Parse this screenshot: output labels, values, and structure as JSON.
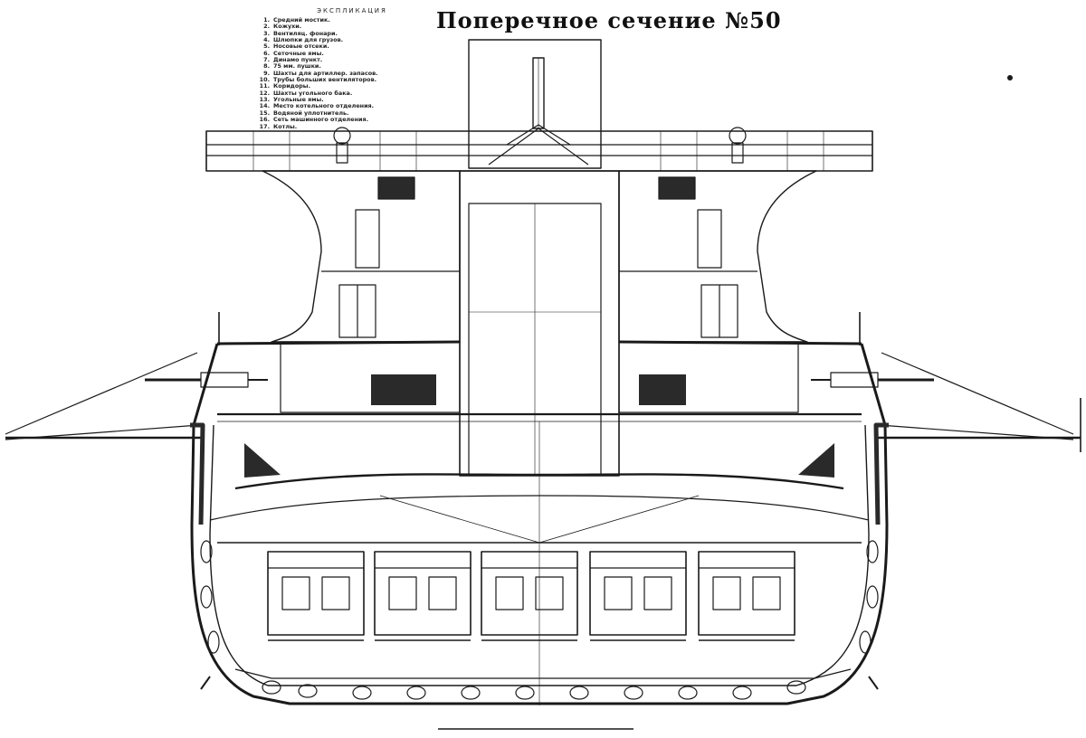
{
  "title": "Поперечное сечение №50",
  "legend": {
    "heading": "Экспликация",
    "items": [
      {
        "num": "1.",
        "text": "Средний мостик."
      },
      {
        "num": "2.",
        "text": "Кожухи."
      },
      {
        "num": "3.",
        "text": "Вентиляц. фонари."
      },
      {
        "num": "4.",
        "text": "Шлюпки для грузов."
      },
      {
        "num": "5.",
        "text": "Носовые отсеки."
      },
      {
        "num": "6.",
        "text": "Сеточные ямы."
      },
      {
        "num": "7.",
        "text": "Динамо пункт."
      },
      {
        "num": "8.",
        "text": "75 мм. пушки."
      },
      {
        "num": "9.",
        "text": "Шахты для артиллер. запасов."
      },
      {
        "num": "10.",
        "text": "Трубы больших вентиляторов."
      },
      {
        "num": "11.",
        "text": "Коридоры."
      },
      {
        "num": "12.",
        "text": "Шахты угольного бака."
      },
      {
        "num": "13.",
        "text": "Угольные ямы."
      },
      {
        "num": "14.",
        "text": "Место котельного отделения."
      },
      {
        "num": "15.",
        "text": "Водяной уплотнитель."
      },
      {
        "num": "16.",
        "text": "Сеть машинного отделения."
      },
      {
        "num": "17.",
        "text": "Котлы."
      }
    ]
  },
  "colors": {
    "line": "#1a1a1a",
    "paper": "#ffffff",
    "dark_fill": "#2a2a2a"
  }
}
